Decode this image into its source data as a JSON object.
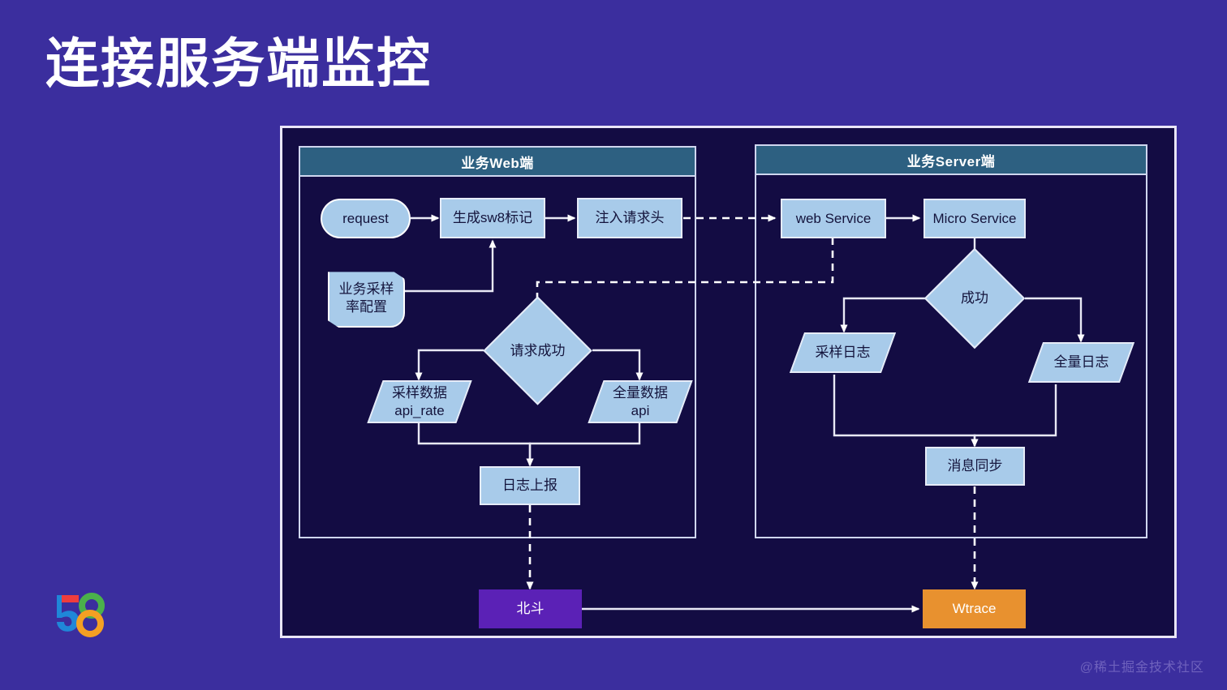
{
  "slide": {
    "title": "连接服务端监控",
    "background_color": "#3b2e9e",
    "diagram_background_color": "#130c43",
    "node_fill_color": "#a8cbea",
    "panel_header_color": "#2d6081",
    "accent_purple": "#5b21b6",
    "accent_orange": "#e8912f"
  },
  "panels": [
    {
      "id": "web",
      "header": "业务Web端"
    },
    {
      "id": "server",
      "header": "业务Server端"
    }
  ],
  "nodes": {
    "request": "request",
    "gen_sw8": "生成sw8标记",
    "inject_header": "注入请求头",
    "sample_rate_config": "业务采样\n率配置",
    "request_success": "请求成功",
    "sample_data": "采样数据\napi_rate",
    "full_data": "全量数据\napi",
    "log_report": "日志上报",
    "web_service": "web Service",
    "micro_service": "Micro Service",
    "success": "成功",
    "sample_log": "采样日志",
    "full_log": "全量日志",
    "message_sync": "消息同步",
    "beidou": "北斗",
    "wtrace": "Wtrace"
  },
  "logo": {
    "name": "58-logo",
    "digits": "58"
  },
  "watermark": {
    "text": "@稀土掘金技术社区"
  }
}
